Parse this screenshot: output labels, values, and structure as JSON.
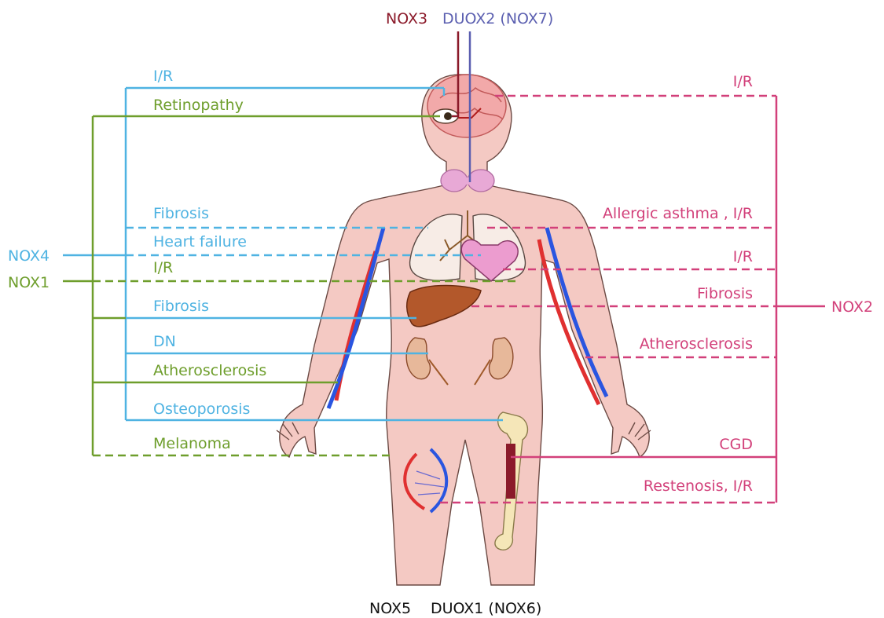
{
  "colors": {
    "nox4": "#4fb3e2",
    "nox1": "#6e9e2c",
    "nox2": "#d2407a",
    "nox3": "#8b1a2a",
    "duox2": "#5b5fb0",
    "skin": "#f4c9c3",
    "skin_outline": "#6b4a44"
  },
  "genes": {
    "top_nox3": "NOX3",
    "top_duox2": "DUOX2 (NOX7)",
    "bottom_nox5": "NOX5",
    "bottom_duox1": "DUOX1 (NOX6)",
    "nox4": "NOX4",
    "nox1": "NOX1",
    "nox2": "NOX2"
  },
  "left_labels": {
    "ir_brain": "I/R",
    "retinopathy": "Retinopathy",
    "fibrosis_lung": "Fibrosis",
    "heart_failure": "Heart failure",
    "ir_heart": "I/R",
    "fibrosis_liver": "Fibrosis",
    "dn": "DN",
    "atherosclerosis": "Atherosclerosis",
    "osteoporosis": "Osteoporosis",
    "melanoma": "Melanoma"
  },
  "right_labels": {
    "ir_brain": "I/R",
    "allergic_asthma": "Allergic asthma , I/R",
    "ir_heart": "I/R",
    "fibrosis": "Fibrosis",
    "atherosclerosis": "Atherosclerosis",
    "cgd": "CGD",
    "restenosis": "Restenosis, I/R"
  },
  "icons": {
    "brain": "brain-icon",
    "eye": "eye-icon",
    "thyroid": "thyroid-icon",
    "lungs": "lungs-icon",
    "heart": "heart-icon",
    "liver": "liver-icon",
    "kidney": "kidney-icon",
    "artery": "artery-icon",
    "bone": "bone-icon"
  }
}
